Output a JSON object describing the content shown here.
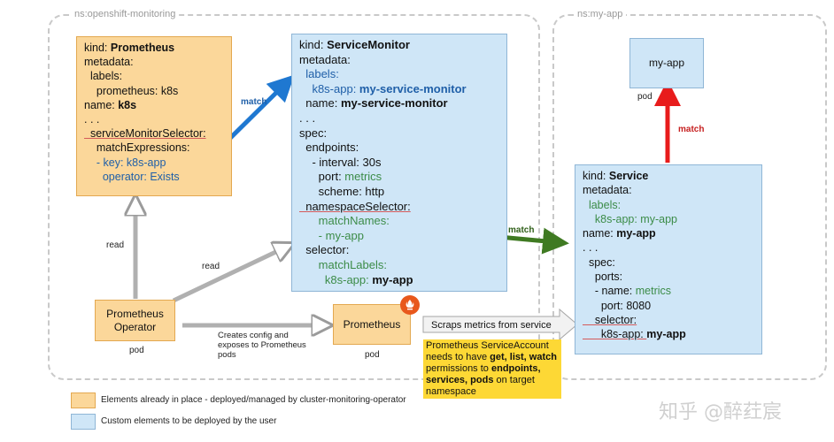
{
  "namespaces": {
    "monitoring": "ns:openshift-monitoring",
    "app": "ns:my-app"
  },
  "prometheus_cr": [
    [
      {
        "t": "kind: "
      },
      {
        "t": "Prometheus",
        "c": "b"
      }
    ],
    [
      {
        "t": "metadata:"
      }
    ],
    [
      {
        "t": "  labels:"
      }
    ],
    [
      {
        "t": "    prometheus: k8s"
      }
    ],
    [
      {
        "t": "name: "
      },
      {
        "t": "k8s",
        "c": "b"
      }
    ],
    [
      {
        "t": ". . ."
      }
    ],
    [
      {
        "t": "  serviceMonitorSelector:",
        "c": "ul"
      }
    ],
    [
      {
        "t": "    matchExpressions:"
      }
    ],
    [
      {
        "t": "    - key: k8s-app",
        "c": "bl"
      }
    ],
    [
      {
        "t": "      operator: Exists",
        "c": "bl"
      }
    ]
  ],
  "service_monitor": [
    [
      {
        "t": "kind: "
      },
      {
        "t": "ServiceMonitor",
        "c": "b"
      }
    ],
    [
      {
        "t": "metadata:"
      }
    ],
    [
      {
        "t": "  labels:",
        "c": "bl"
      }
    ],
    [
      {
        "t": "    k8s-app: ",
        "c": "bl"
      },
      {
        "t": "my-service-monitor",
        "c": "bl b"
      }
    ],
    [
      {
        "t": "  name: "
      },
      {
        "t": "my-service-monitor",
        "c": "b"
      }
    ],
    [
      {
        "t": ". . ."
      }
    ],
    [
      {
        "t": "spec:"
      }
    ],
    [
      {
        "t": "  endpoints:"
      }
    ],
    [
      {
        "t": "    - interval: 30s"
      }
    ],
    [
      {
        "t": "      port: "
      },
      {
        "t": "metrics",
        "c": "gr"
      }
    ],
    [
      {
        "t": "      scheme: http"
      }
    ],
    [
      {
        "t": "  namespaceSelector:",
        "c": "ul"
      }
    ],
    [
      {
        "t": "      matchNames:",
        "c": "gr"
      }
    ],
    [
      {
        "t": "      - my-app",
        "c": "gr"
      }
    ],
    [
      {
        "t": "  selector:"
      }
    ],
    [
      {
        "t": "      matchLabels:",
        "c": "gr"
      }
    ],
    [
      {
        "t": "        k8s-app: ",
        "c": "gr"
      },
      {
        "t": "my-app",
        "c": "b"
      }
    ]
  ],
  "service": [
    [
      {
        "t": "kind: "
      },
      {
        "t": "Service",
        "c": "b"
      }
    ],
    [
      {
        "t": "metadata:"
      }
    ],
    [
      {
        "t": "  labels:",
        "c": "gr"
      }
    ],
    [
      {
        "t": "    k8s-app: my-app",
        "c": "gr"
      }
    ],
    [
      {
        "t": "name: "
      },
      {
        "t": "my-app",
        "c": "b"
      }
    ],
    [
      {
        "t": ". . ."
      }
    ],
    [
      {
        "t": "  spec:"
      }
    ],
    [
      {
        "t": "    ports:"
      }
    ],
    [
      {
        "t": "    - name: "
      },
      {
        "t": "metrics",
        "c": "gr"
      }
    ],
    [
      {
        "t": "      port: 8080"
      }
    ],
    [
      {
        "t": "    selector:",
        "c": "ul"
      }
    ],
    [
      {
        "t": "      k8s-app: ",
        "c": "ul"
      },
      {
        "t": "my-app",
        "c": "b"
      }
    ]
  ],
  "my_app_box": "my-app",
  "pod_label": "pod",
  "prometheus_operator": "Prometheus\nOperator",
  "prometheus_pod": "Prometheus",
  "arrow_labels": {
    "match_blue": "match",
    "match_red": "match",
    "match_green": "match",
    "read_1": "read",
    "read_2": "read",
    "creates": "Creates config and\nexposes to Prometheus\npods",
    "scraps": "Scraps metrics from service"
  },
  "note": [
    [
      {
        "t": "Prometheus ServiceAccount"
      }
    ],
    [
      {
        "t": "needs to have "
      },
      {
        "t": "get, list, watch",
        "c": "b"
      }
    ],
    [
      {
        "t": "permissions to "
      },
      {
        "t": "endpoints,",
        "c": "b"
      }
    ],
    [
      {
        "t": "services, pods",
        "c": "b"
      },
      {
        "t": " on target"
      }
    ],
    [
      {
        "t": "namespace"
      }
    ]
  ],
  "legend": [
    {
      "color": "#fbd79a",
      "text": "Elements already in place - deployed/managed by cluster-monitoring-operator"
    },
    {
      "color": "#cfe6f7",
      "text": "Custom elements to be deployed by the user"
    }
  ],
  "watermark": "知乎 @醉荭宸",
  "colors": {
    "orange": "#fbd79a",
    "blue": "#cfe6f7",
    "arrow_blue": "#1f78d1",
    "arrow_red": "#e81c1c",
    "arrow_green": "#3f7a22"
  }
}
